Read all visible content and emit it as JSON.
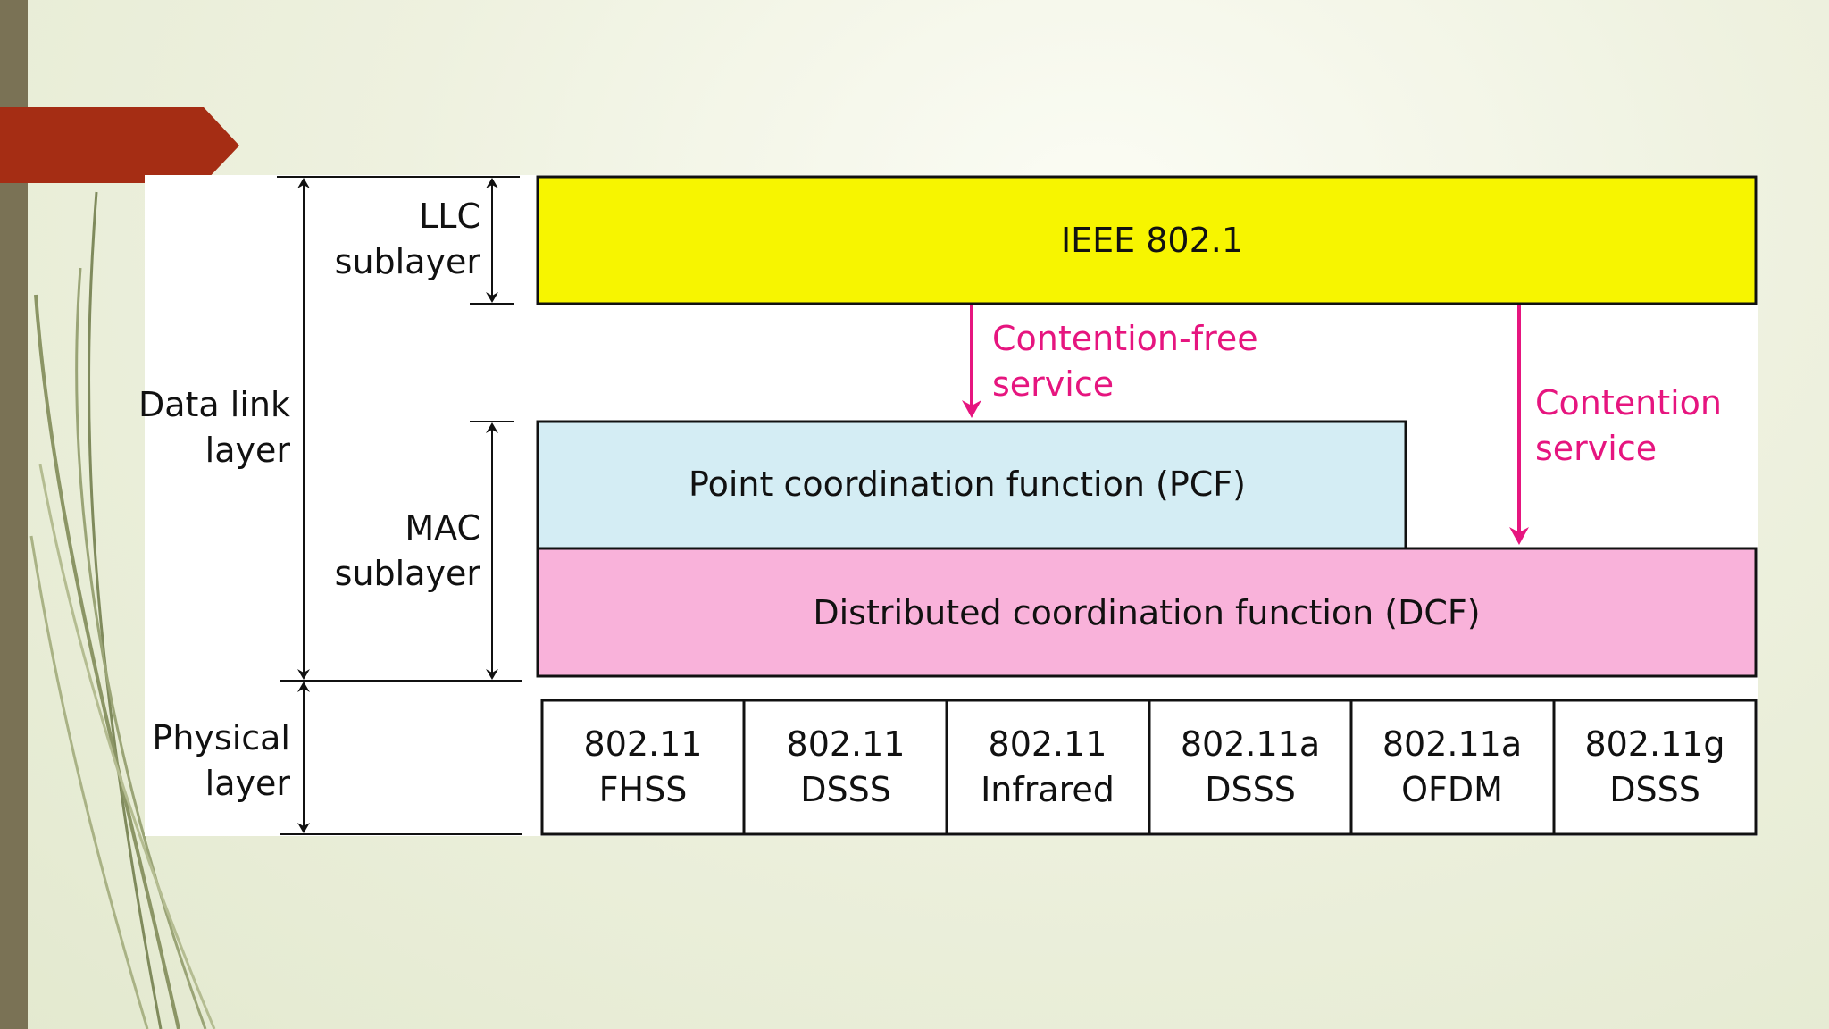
{
  "diagram": {
    "layers": {
      "data_link": {
        "line1": "Data link",
        "line2": "layer"
      },
      "physical": {
        "line1": "Physical",
        "line2": "layer"
      }
    },
    "sublayers": {
      "llc": {
        "line1": "LLC",
        "line2": "sublayer"
      },
      "mac": {
        "line1": "MAC",
        "line2": "sublayer"
      }
    },
    "boxes": {
      "ieee": {
        "label": "IEEE 802.1",
        "color": "#f7f500"
      },
      "pcf": {
        "label": "Point coordination function (PCF)",
        "color": "#d4edf4"
      },
      "dcf": {
        "label": "Distributed coordination function (DCF)",
        "color": "#f9b2da"
      }
    },
    "services": {
      "contention_free": {
        "line1": "Contention-free",
        "line2": "service"
      },
      "contention": {
        "line1": "Contention",
        "line2": "service"
      },
      "color": "#e6157f"
    },
    "physical_cells": [
      {
        "line1": "802.11",
        "line2": "FHSS"
      },
      {
        "line1": "802.11",
        "line2": "DSSS"
      },
      {
        "line1": "802.11",
        "line2": "Infrared"
      },
      {
        "line1": "802.11a",
        "line2": "DSSS"
      },
      {
        "line1": "802.11a",
        "line2": "OFDM"
      },
      {
        "line1": "802.11g",
        "line2": "DSSS"
      }
    ]
  }
}
